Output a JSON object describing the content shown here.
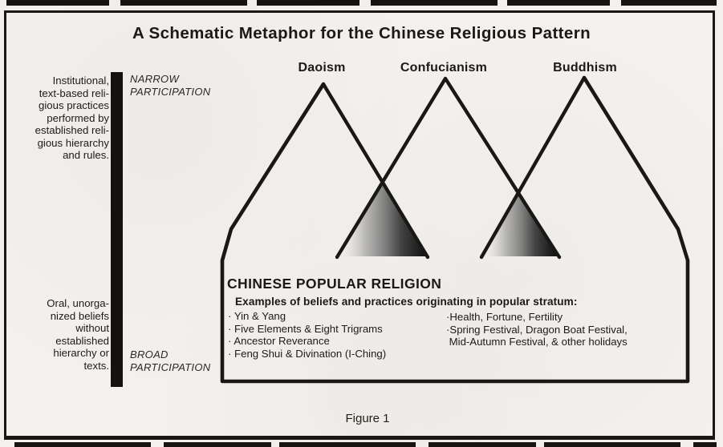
{
  "title": "A Schematic Metaphor for the Chinese Religious Pattern",
  "caption": "Figure 1",
  "religions": [
    {
      "name": "Daoism"
    },
    {
      "name": "Confucianism"
    },
    {
      "name": "Buddhism"
    }
  ],
  "participation_axis": {
    "narrow_lines": [
      "NARROW",
      "PARTICIPATION"
    ],
    "broad_lines": [
      "BROAD",
      "PARTICIPATION"
    ],
    "institutional_lines": [
      "Institutional,",
      "text-based reli-",
      "gious practices",
      "performed by",
      "established reli-",
      "gious hierarchy",
      "and rules."
    ],
    "oral_lines": [
      "Oral, unorga-",
      "nized beliefs",
      "without",
      "established",
      "hierarchy or",
      "texts."
    ]
  },
  "popular_religion": {
    "heading": "CHINESE POPULAR RELIGION",
    "subheading": "Examples of beliefs and practices originating in popular stratum:",
    "left_items": [
      "· Yin & Yang",
      "· Five Elements & Eight Trigrams",
      "· Ancestor Reverance",
      "· Feng Shui & Divination (I-Ching)"
    ],
    "right_items": [
      "·Health, Fortune, Fertility",
      "·Spring Festival, Dragon Boat Festival,",
      " Mid-Autumn Festival, & other holidays"
    ]
  },
  "colors": {
    "ink": "#1a1816",
    "paper": "#f3f1ed",
    "overlap_shade_dark": "#0c0c0c"
  }
}
